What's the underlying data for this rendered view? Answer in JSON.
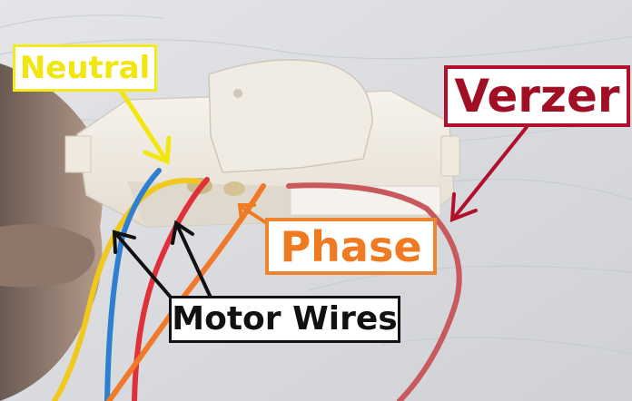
{
  "labels": {
    "neutral": "Neutral",
    "verzer": "Verzer",
    "phase": "Phase",
    "motor_wires": "Motor Wires"
  },
  "colors": {
    "neutral": "#f2e60f",
    "verzer": "#a10f25",
    "phase": "#f07a22",
    "motor_wires": "#111111",
    "wire_yellow": "#f0c81e",
    "wire_blue": "#2f7fd0",
    "wire_red": "#e0303a",
    "wire_orange": "#f07a2a",
    "wire_maroon": "#c85a5e"
  }
}
